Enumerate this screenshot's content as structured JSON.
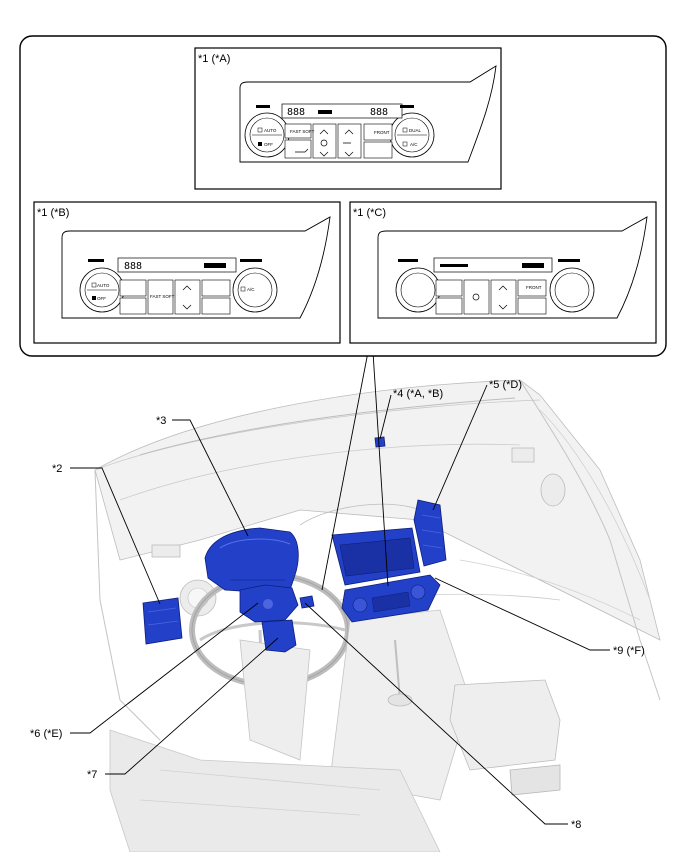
{
  "panels": {
    "a": {
      "label": "*1 (*A)",
      "auto": "AUTO",
      "off": "OFF",
      "fast_soft": "FAST SOFT",
      "dual": "DUAL",
      "ac": "A/C",
      "front": "FRONT",
      "display_left": "888",
      "display_right": "888"
    },
    "b": {
      "label": "*1 (*B)",
      "auto": "AUTO",
      "off": "OFF",
      "fast_soft": "FAST SOFT",
      "ac": "A/C",
      "display": "888"
    },
    "c": {
      "label": "*1 (*C)",
      "front": "FRONT"
    }
  },
  "callouts": {
    "c2": "*2",
    "c3": "*3",
    "c4": "*4 (*A, *B)",
    "c5": "*5 (*D)",
    "c6": "*6 (*E)",
    "c7": "*7",
    "c8": "*8",
    "c9": "*9 (*F)"
  },
  "colors": {
    "component_blue": "#2340c8",
    "line": "#000000",
    "interior_shade": "#e6e6e6"
  }
}
